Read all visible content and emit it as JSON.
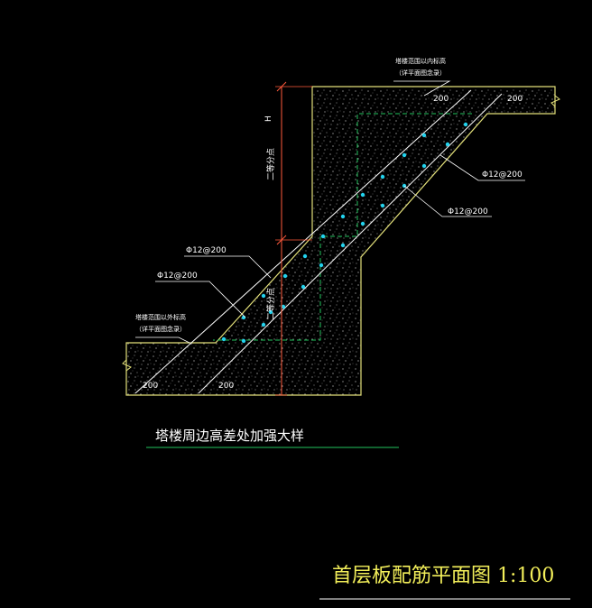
{
  "notes": {
    "upper_note_line1": "塔楼范围以内标高",
    "upper_note_line2": "（详平面图念录）",
    "lower_note_line1": "塔楼范围以外标高",
    "lower_note_line2": "（详平面图念录）"
  },
  "rebars": {
    "right_upper": "Φ12@200",
    "right_lower": "Φ12@200",
    "left_upper": "Φ12@200",
    "left_lower": "Φ12@200"
  },
  "dims": {
    "top_slab": "200",
    "top_slab_right": "200",
    "bottom_slab_left": "200",
    "bottom_slab_right": "200",
    "height_label": "二等分点",
    "height_label_lower": "二等分点",
    "vertical_top": "H"
  },
  "titles": {
    "detail_title": "塔楼周边高差处加强大样",
    "drawing_title": "首层板配筋平面图 1:100"
  },
  "colors": {
    "concrete_outline": "#e3e07a",
    "rebar_line": "#ffffff",
    "rebar_dot": "#22d3ee",
    "green_dash": "#22c55e",
    "dimension": "#ff5a3c",
    "title_main": "#f3ef5a",
    "underline_detail": "#22c55e"
  }
}
